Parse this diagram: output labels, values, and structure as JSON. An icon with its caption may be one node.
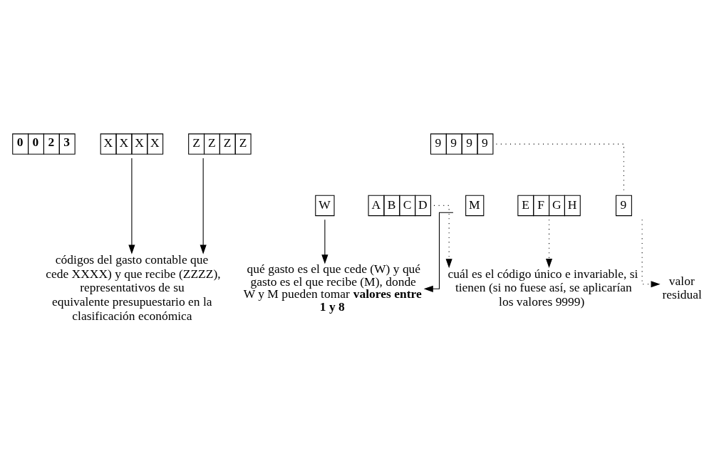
{
  "diagram": {
    "nodes": [
      {
        "text": [
          "0",
          "0",
          "2",
          "3"
        ]
      },
      {
        "text": [
          "X",
          "X",
          "X",
          "X"
        ]
      },
      {
        "text": [
          "Z",
          "Z",
          "Z",
          "Z"
        ]
      },
      {
        "text": [
          "9",
          "9",
          "9",
          "9"
        ]
      },
      {
        "text": [
          "W"
        ]
      },
      {
        "text": [
          "A",
          "B",
          "C",
          "D"
        ]
      },
      {
        "text": [
          "M"
        ]
      },
      {
        "text": [
          "E",
          "F",
          "G",
          "H"
        ]
      },
      {
        "text": [
          "9"
        ]
      },
      {
        "text": [
          "códigos del gasto contable que cede XXXX) y que recibe (ZZZZ), representativos de su equivalente presupuestario en la clasificación económica"
        ]
      },
      {
        "text": [
          "qué gasto es el que cede (W) y qué gasto es el que recibe (M), donde W y M pueden tomar **valores entre 1 y 8**"
        ]
      },
      {
        "text": [
          "cuál es el código único e invariable, si tienen (si no fuese así, se aplicarían los valores 9999)"
        ]
      },
      {
        "text": [
          "valor residual"
        ]
      }
    ],
    "edges": [
      {
        "from": 1,
        "to": 9,
        "arrow": "to"
      },
      {
        "from": 2,
        "to": 9,
        "arrow": "to"
      },
      {
        "from": 3,
        "to": 8,
        "arrow": "none",
        "style": "dashed"
      },
      {
        "from": 4,
        "to": 10,
        "arrow": "to"
      },
      {
        "from": 6,
        "to": 10,
        "arrow": "to"
      },
      {
        "from": 5,
        "to": 11,
        "arrow": "to",
        "style": "dashed"
      },
      {
        "from": 7,
        "to": 11,
        "arrow": "to",
        "style": "dashed"
      },
      {
        "from": 8,
        "to": 12,
        "arrow": "to",
        "style": "dashed"
      }
    ]
  }
}
